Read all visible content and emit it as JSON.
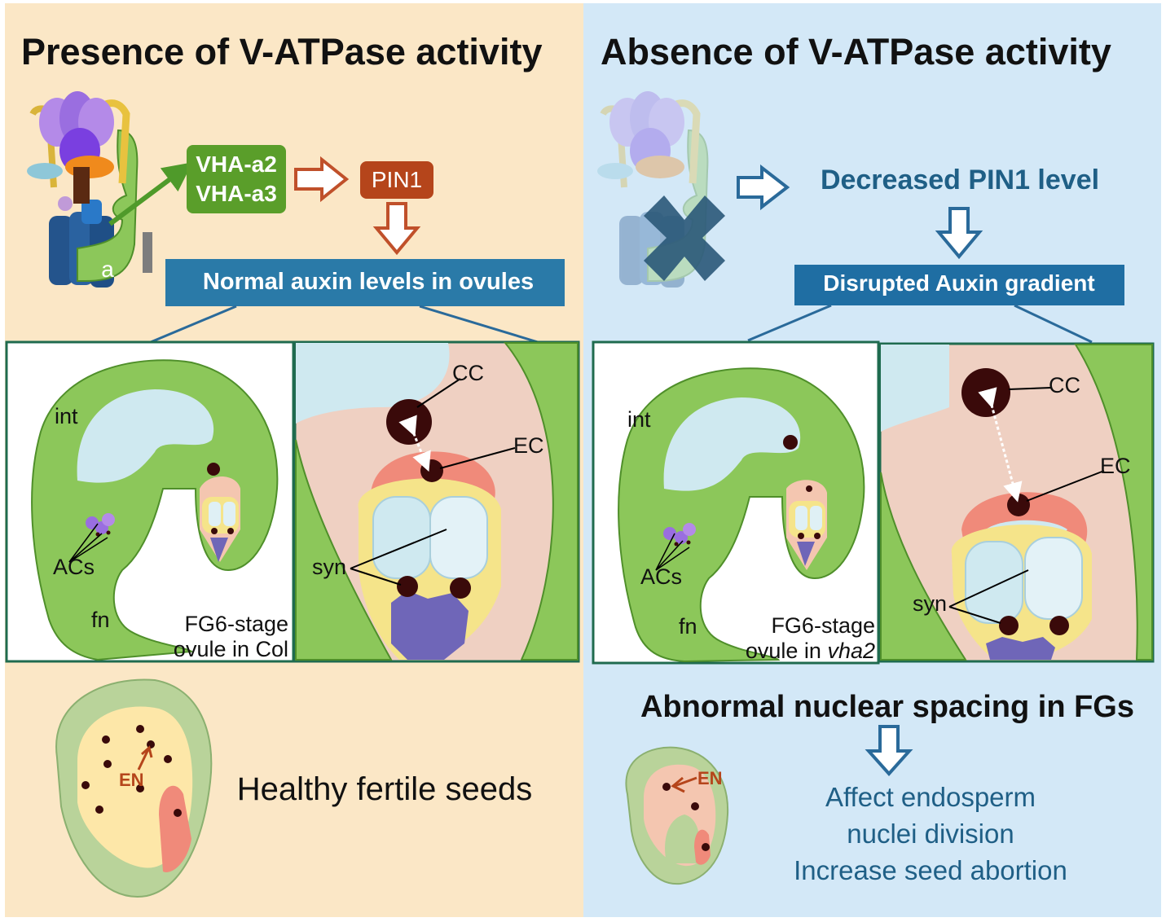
{
  "left_panel": {
    "heading": "Presence of V-ATPase activity",
    "subunit_label": "a",
    "gene_labels": [
      "VHA-a2",
      "VHA-a3"
    ],
    "pin1_label": "PIN1",
    "auxin_label": "Normal auxin levels in ovules",
    "ovule_labels": {
      "int": "int",
      "acs": "ACs",
      "fn": "fn",
      "caption_line1": "FG6-stage",
      "caption_line2": "ovule in Col"
    },
    "zoom_labels": {
      "cc": "CC",
      "ec": "EC",
      "syn": "syn"
    },
    "seed_en": "EN",
    "outcome": "Healthy fertile seeds"
  },
  "right_panel": {
    "heading": "Absence of V-ATPase activity",
    "pin1_text": "Decreased PIN1 level",
    "auxin_label": "Disrupted Auxin gradient",
    "ovule_labels": {
      "int": "int",
      "acs": "ACs",
      "fn": "fn",
      "caption_line1": "FG6-stage",
      "caption_prefix": "ovule in ",
      "caption_italic": "vha2"
    },
    "zoom_labels": {
      "cc": "CC",
      "ec": "EC",
      "syn": "syn"
    },
    "spacing_heading": "Abnormal nuclear spacing in FGs",
    "seed_en": "EN",
    "outcomes": [
      "Affect endosperm",
      "nuclei division",
      "Increase seed abortion"
    ]
  },
  "colors": {
    "left_background": "#fbe7c6",
    "right_background": "#d3e8f7",
    "gene_box": "#5a9e2a",
    "pin1_box": "#b5451b",
    "auxin_bar": "#2a7aa8",
    "panel_border": "#1f6b4f",
    "right_text": "#1f5f86",
    "en_arrow": "#b5451b"
  }
}
